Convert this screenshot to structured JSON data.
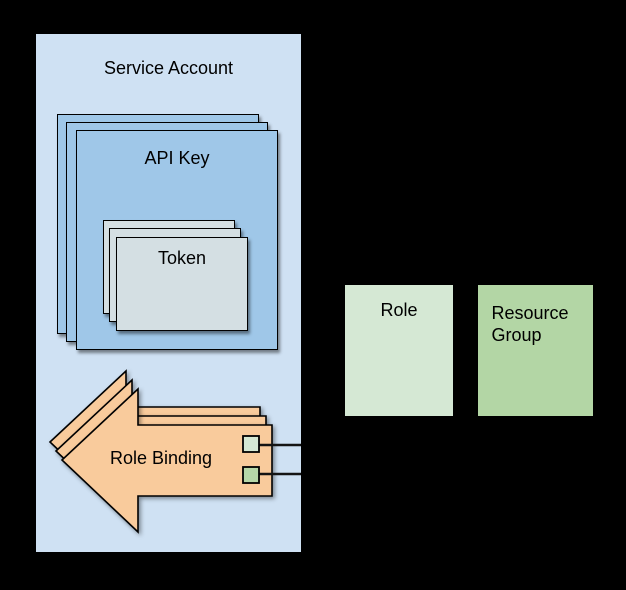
{
  "diagram": {
    "background": "#000000",
    "outline_color": "#000000",
    "nodes": {
      "service_account": {
        "label": "Service Account",
        "fill": "#cfe1f3"
      },
      "api_key": {
        "label": "API Key",
        "fill": "#9fc7e8",
        "copies": 3
      },
      "token": {
        "label": "Token",
        "fill": "#d4dfe3",
        "copies": 3
      },
      "role_binding": {
        "label": "Role Binding",
        "fill": "#f9cb9c",
        "copies": 3
      },
      "role": {
        "label": "Role",
        "fill": "#d5e8d4"
      },
      "resource_group": {
        "label": "Resource Group",
        "fill": "#b3d6a5"
      }
    },
    "connectors": {
      "line_color": "#141414",
      "role_port": {
        "fill": "#d5e8d4"
      },
      "resource_group_port": {
        "fill": "#b6d7a8"
      }
    }
  }
}
